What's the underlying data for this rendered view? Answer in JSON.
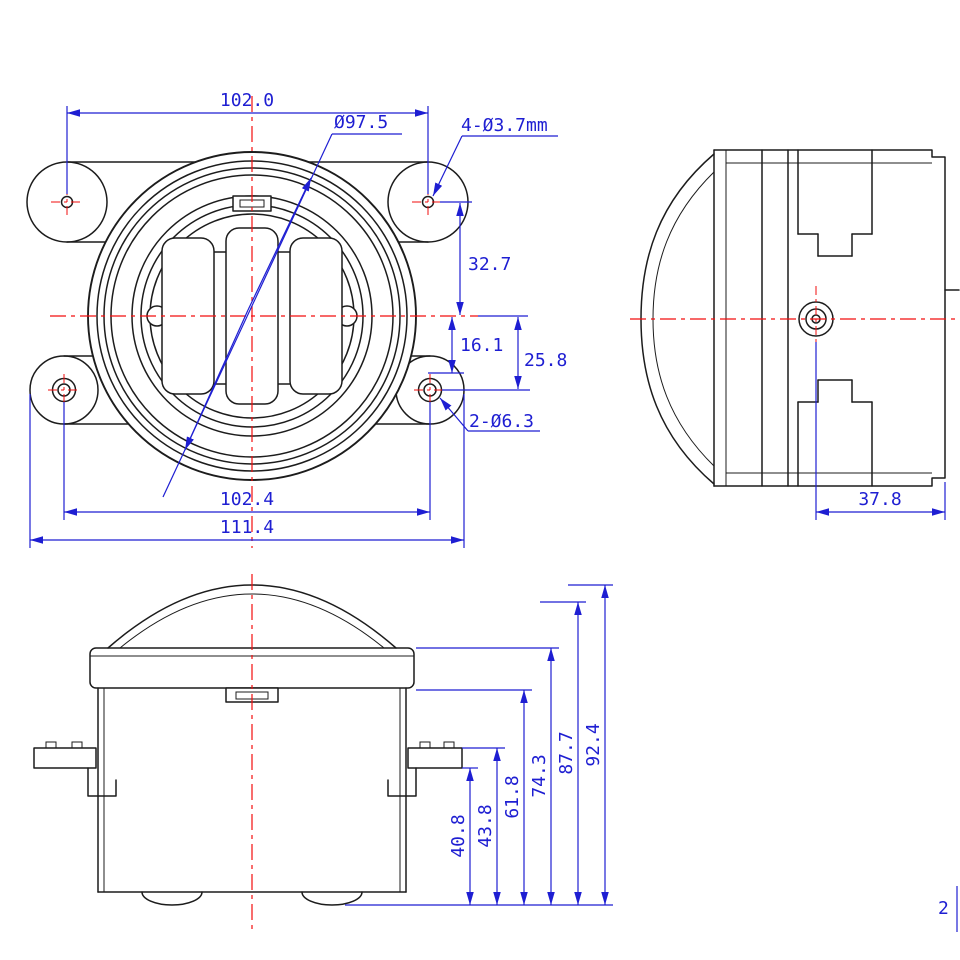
{
  "drawing": {
    "type": "technical-drawing",
    "subject": "round LED fog lamp - orthographic views",
    "colors": {
      "outline": "#1c1c1c",
      "dimension": "#1e1ed2",
      "centerline": "#f20d0d",
      "background": "#ffffff"
    }
  },
  "dims": {
    "top_hole_spacing": "102.0",
    "lens_diameter": "Ø97.5",
    "small_mount_holes": "4-Ø3.7mm",
    "hole_to_center": "32.7",
    "center_step": "16.1",
    "center_to_lower_hole": "25.8",
    "large_mount_holes": "2-Ø6.3",
    "lower_hole_spacing": "102.4",
    "overall_width": "111.4",
    "mount_depth": "37.8",
    "height_1": "40.8",
    "height_2": "43.8",
    "height_3": "61.8",
    "height_4": "74.3",
    "height_5": "87.7",
    "height_6": "92.4",
    "edge_fragment": "2"
  }
}
